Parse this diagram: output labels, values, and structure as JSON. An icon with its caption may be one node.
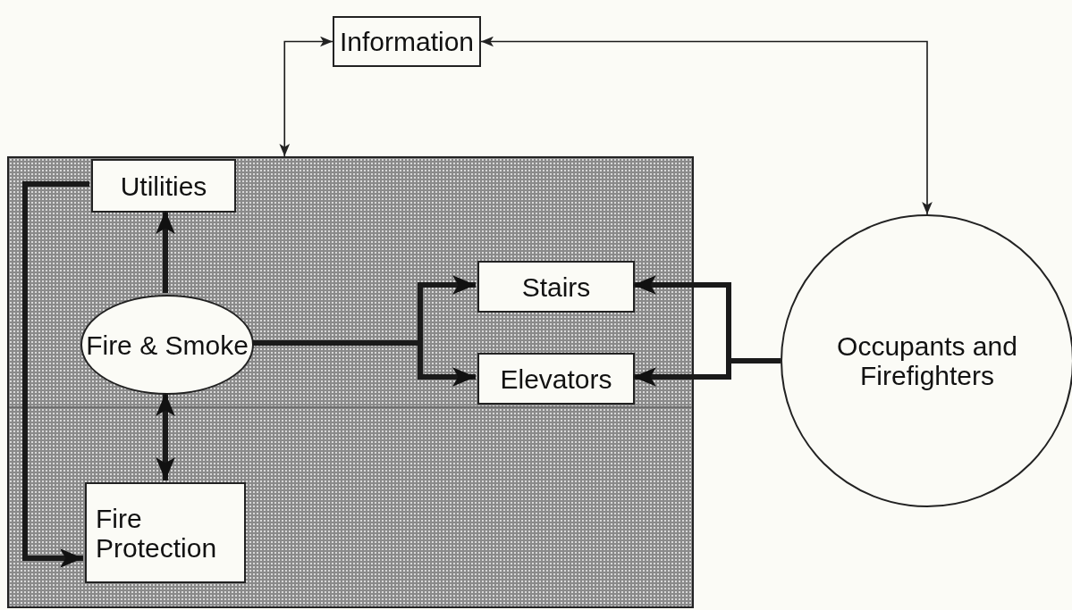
{
  "diagram": {
    "nodes": [
      {
        "text": [
          "Information"
        ]
      },
      {
        "text": [],
        "shape": "box"
      },
      {
        "text": [
          "Utilities"
        ],
        "in": 1
      },
      {
        "text": [
          "Fire & Smoke"
        ],
        "in": 1
      },
      {
        "text": [
          "Stairs"
        ],
        "in": 1
      },
      {
        "text": [
          "Elevators"
        ],
        "in": 1
      },
      {
        "text": [
          "Fire Protection"
        ],
        "in": 1
      },
      {
        "text": [
          "Occupants and Firefighters"
        ]
      }
    ],
    "edges": [
      {
        "from": 0,
        "to": 1,
        "arrow": "both"
      },
      {
        "from": 0,
        "to": 7,
        "arrow": "both"
      },
      {
        "from": 3,
        "to": 2,
        "arrow": "to"
      },
      {
        "from": 3,
        "to": 6,
        "arrow": "both"
      },
      {
        "from": 2,
        "to": 6,
        "arrow": "to"
      },
      {
        "from": 3,
        "to": 4,
        "arrow": "to"
      },
      {
        "from": 3,
        "to": 5,
        "arrow": "to"
      },
      {
        "from": 7,
        "to": 4,
        "arrow": "to"
      },
      {
        "from": 7,
        "to": 5,
        "arrow": "to"
      }
    ]
  }
}
